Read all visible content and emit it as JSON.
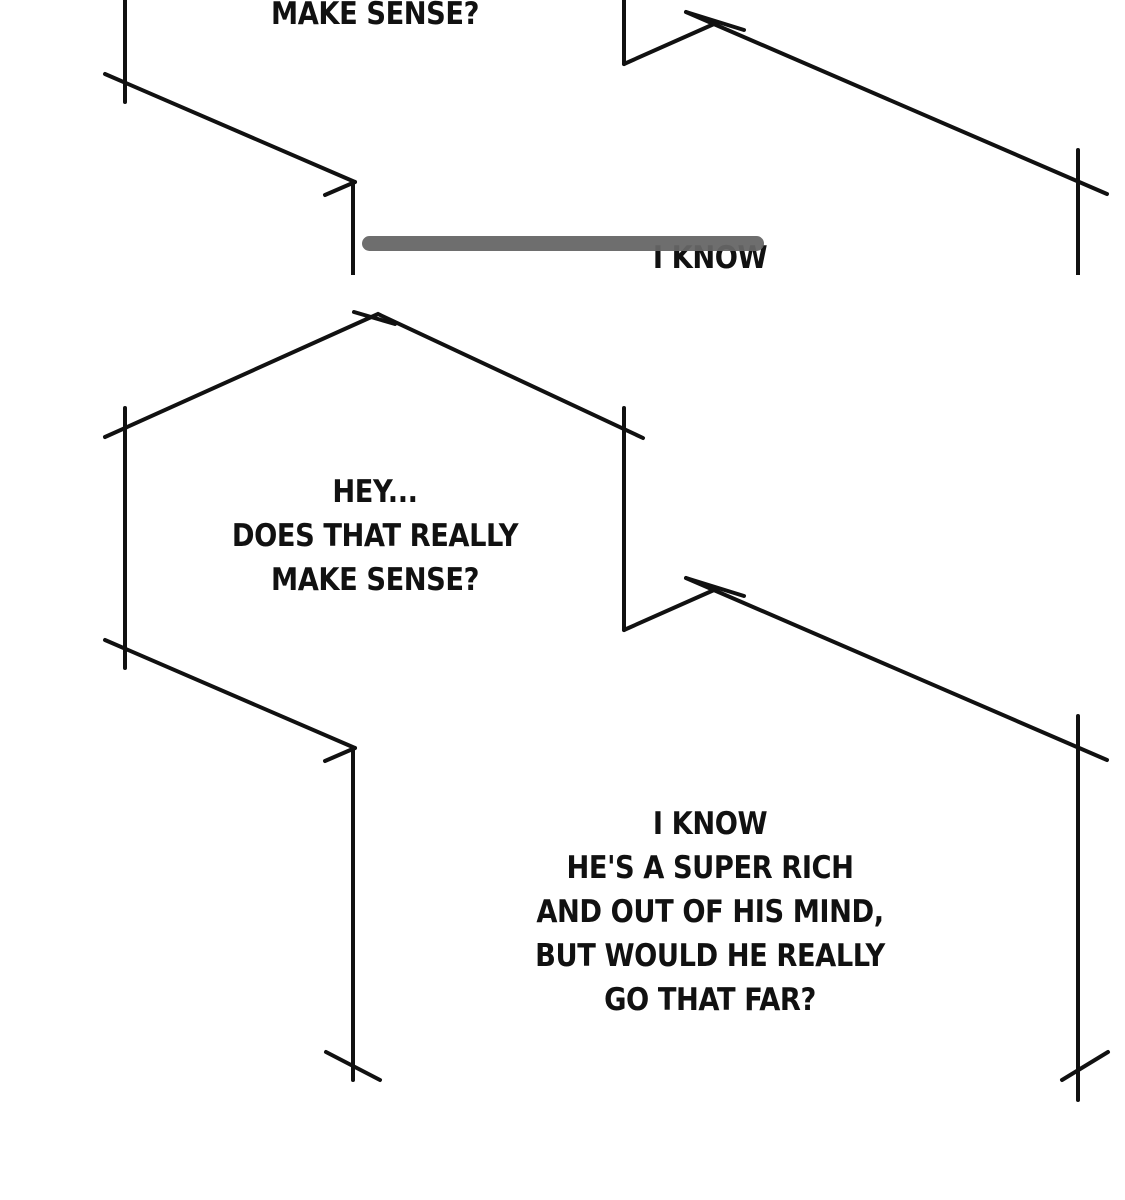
{
  "viewer": {
    "progress_bar_color": "#666666"
  },
  "bubbles": [
    {
      "lines": [
        "HEY...",
        "DOES THAT REALLY",
        "MAKE SENSE?"
      ]
    },
    {
      "lines": [
        "I KNOW",
        "HE'S A SUPER RICH",
        "AND OUT OF HIS MIND,",
        "BUT WOULD HE REALLY",
        "GO THAT FAR?"
      ]
    }
  ]
}
